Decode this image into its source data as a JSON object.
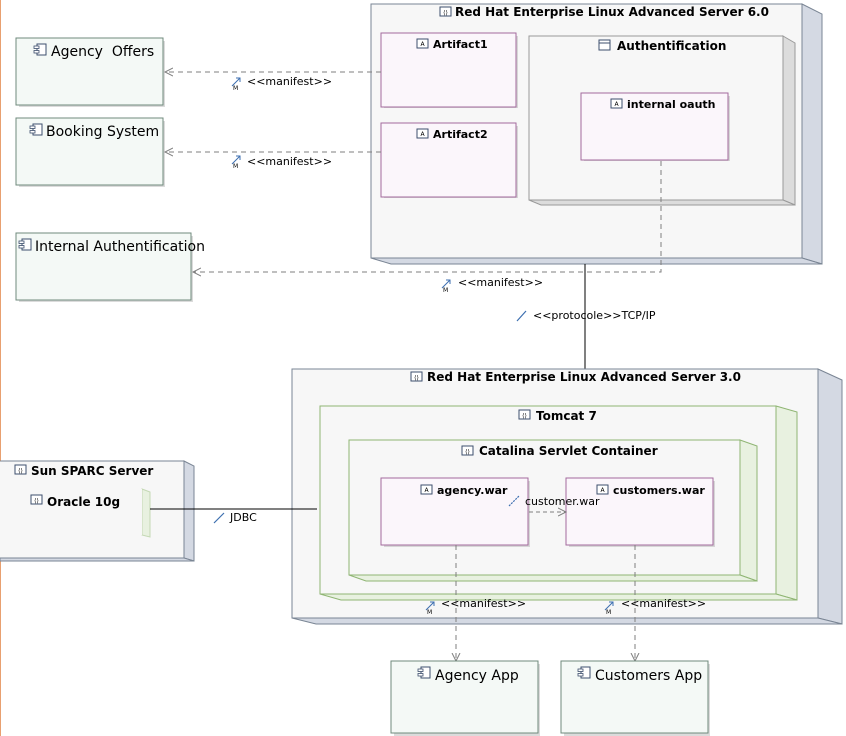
{
  "nodes": {
    "rhel6": {
      "title": "Red Hat Enterprise Linux Advanced Server 6.0"
    },
    "rhel3": {
      "title": "Red Hat Enterprise Linux Advanced Server 3.0"
    },
    "tomcat": {
      "title": "Tomcat 7"
    },
    "catalina": {
      "title": "Catalina Servlet Container"
    },
    "sparc": {
      "title": "Sun SPARC Server"
    },
    "oracle": {
      "title": "Oracle 10g"
    },
    "authentification": {
      "title": "Authentification"
    }
  },
  "artifacts": {
    "artifact1": "Artifact1",
    "artifact2": "Artifact2",
    "internal_oauth": "internal oauth",
    "agency_war": "agency.war",
    "customers_war": "customers.war"
  },
  "components": {
    "agency_offers": "Agency  Offers",
    "booking_system": "Booking System",
    "internal_auth": "Internal Authentification",
    "agency_app": "Agency App",
    "customers_app": "Customers App"
  },
  "connectors": {
    "manifest1": "<<manifest>>",
    "manifest2": "<<manifest>>",
    "manifest3": "<<manifest>>",
    "manifest4": "<<manifest>>",
    "manifest5": "<<manifest>>",
    "protocol": "<<protocole>>TCP/IP",
    "jdbc": "JDBC",
    "customer_war": "customer.war"
  },
  "colors": {
    "node_fill": "#f7f7f7",
    "node_side": "#d4d9e3",
    "node_border": "#7a8594",
    "container_green": "#8fb573",
    "artifact_fill": "#fbf6fb",
    "artifact_border": "#a36a9c",
    "component_fill": "#f4f9f6",
    "component_border": "#6f8a7c",
    "line": "#7f7f7f"
  }
}
